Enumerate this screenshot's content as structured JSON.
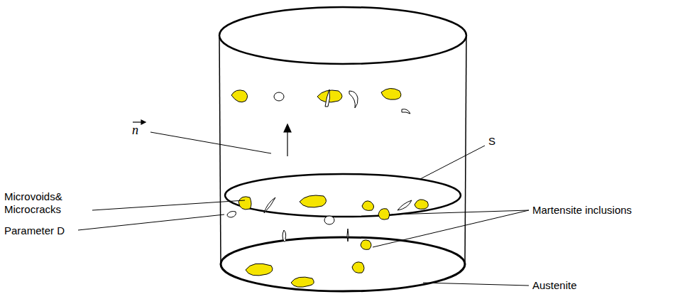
{
  "diagram": {
    "labels": [
      "n",
      "S",
      "Microvoids& Microcracks",
      "Parameter D",
      "Martensite inclusions",
      "Austenite"
    ]
  }
}
